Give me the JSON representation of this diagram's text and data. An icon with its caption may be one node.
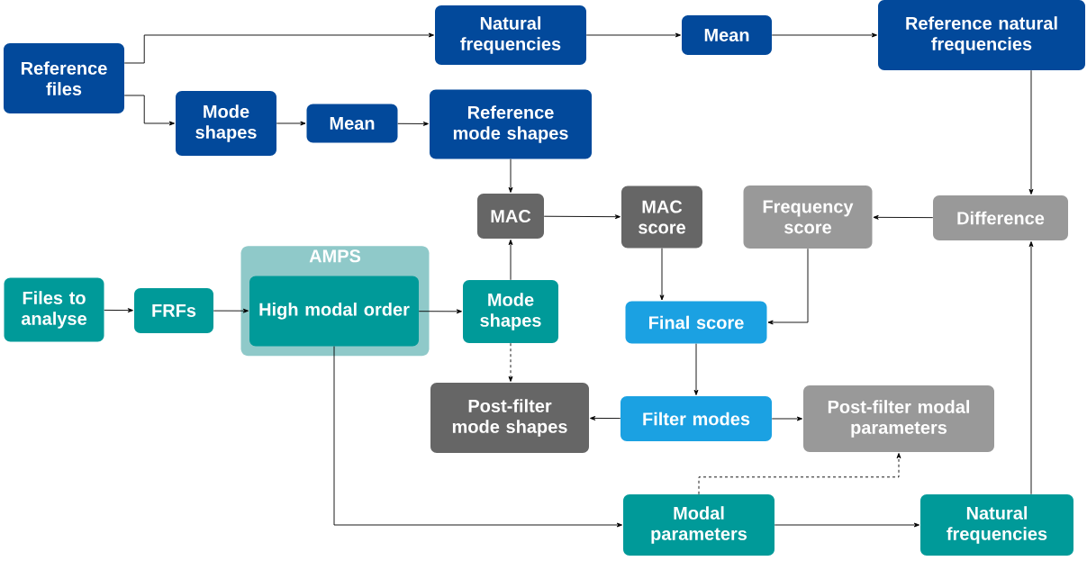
{
  "diagram": {
    "nodes": [
      {
        "text": [
          "Reference files"
        ]
      },
      {
        "text": [
          "Natural frequencies"
        ]
      },
      {
        "text": [
          "Mean"
        ]
      },
      {
        "text": [
          "Reference natural frequencies"
        ]
      },
      {
        "text": [
          "Mode shapes"
        ]
      },
      {
        "text": [
          "Mean"
        ]
      },
      {
        "text": [
          "Reference mode shapes"
        ]
      },
      {
        "text": [
          "MAC"
        ]
      },
      {
        "text": [
          "MAC score"
        ]
      },
      {
        "text": [
          "Frequency score"
        ]
      },
      {
        "text": [
          "Difference"
        ]
      },
      {
        "text": [
          "Files to analyse"
        ]
      },
      {
        "text": [
          "FRFs"
        ]
      },
      {
        "text": [
          "AMPS"
        ]
      },
      {
        "text": [
          "High modal order"
        ],
        "in": 13
      },
      {
        "text": [
          "Mode shapes"
        ]
      },
      {
        "text": [
          "Final score"
        ]
      },
      {
        "text": [
          "Post-filter mode shapes"
        ]
      },
      {
        "text": [
          "Filter modes"
        ]
      },
      {
        "text": [
          "Post-filter modal parameters"
        ]
      },
      {
        "text": [
          "Modal parameters"
        ]
      },
      {
        "text": [
          "Natural frequencies"
        ]
      }
    ],
    "edges": [
      {
        "from": 0,
        "to": 1,
        "arrow": "to"
      },
      {
        "from": 0,
        "to": 4,
        "arrow": "to"
      },
      {
        "from": 1,
        "to": 2,
        "arrow": "to"
      },
      {
        "from": 2,
        "to": 3,
        "arrow": "to"
      },
      {
        "from": 4,
        "to": 5,
        "arrow": "to"
      },
      {
        "from": 5,
        "to": 6,
        "arrow": "to"
      },
      {
        "from": 6,
        "to": 7,
        "arrow": "to"
      },
      {
        "from": 15,
        "to": 7,
        "arrow": "to"
      },
      {
        "from": 7,
        "to": 8,
        "arrow": "to"
      },
      {
        "from": 3,
        "to": 10,
        "arrow": "to"
      },
      {
        "from": 10,
        "to": 9,
        "arrow": "to"
      },
      {
        "from": 8,
        "to": 16,
        "arrow": "to"
      },
      {
        "from": 9,
        "to": 16,
        "arrow": "to"
      },
      {
        "from": 11,
        "to": 12,
        "arrow": "to"
      },
      {
        "from": 12,
        "to": 14,
        "arrow": "to"
      },
      {
        "from": 14,
        "to": 15,
        "arrow": "to"
      },
      {
        "from": 15,
        "to": 17,
        "arrow": "to",
        "style": "dashed"
      },
      {
        "from": 16,
        "to": 18,
        "arrow": "to"
      },
      {
        "from": 18,
        "to": 17,
        "arrow": "to"
      },
      {
        "from": 18,
        "to": 19,
        "arrow": "to"
      },
      {
        "from": 14,
        "to": 20,
        "arrow": "to"
      },
      {
        "from": 20,
        "to": 21,
        "arrow": "to"
      },
      {
        "from": 20,
        "to": 19,
        "arrow": "to",
        "style": "dashed"
      },
      {
        "from": 21,
        "to": 10,
        "arrow": "to"
      }
    ]
  }
}
